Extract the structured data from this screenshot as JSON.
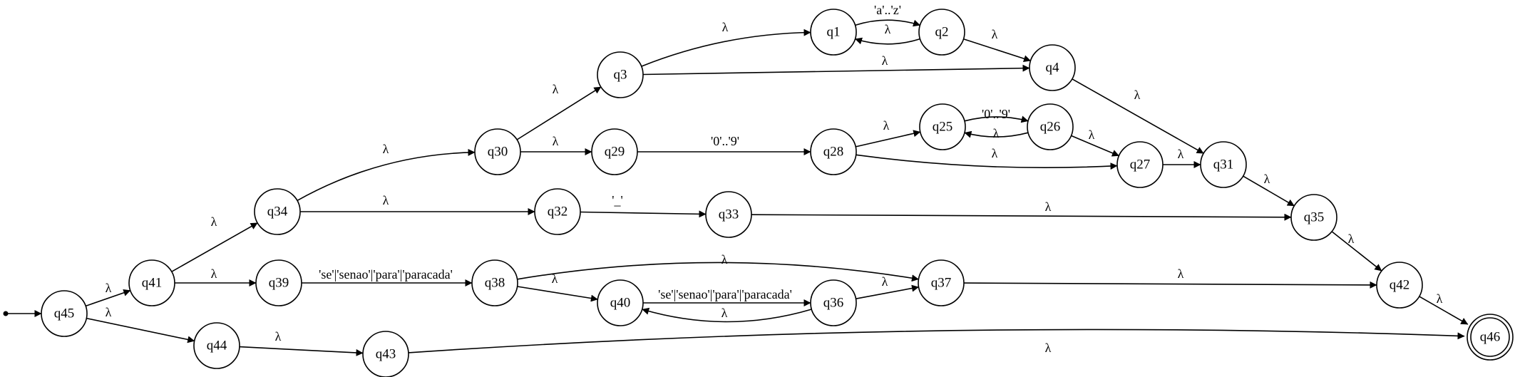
{
  "diagram": {
    "type": "finite-automaton",
    "start_state": "q45",
    "accept_states": [
      "q46"
    ],
    "states": [
      "q1",
      "q2",
      "q3",
      "q4",
      "q25",
      "q26",
      "q27",
      "q28",
      "q29",
      "q30",
      "q31",
      "q32",
      "q33",
      "q34",
      "q35",
      "q36",
      "q37",
      "q38",
      "q39",
      "q40",
      "q41",
      "q42",
      "q43",
      "q44",
      "q45",
      "q46"
    ],
    "transitions": [
      {
        "from": "q45",
        "to": "q41",
        "label": "λ"
      },
      {
        "from": "q45",
        "to": "q44",
        "label": "λ"
      },
      {
        "from": "q41",
        "to": "q34",
        "label": "λ"
      },
      {
        "from": "q41",
        "to": "q39",
        "label": "λ"
      },
      {
        "from": "q44",
        "to": "q43",
        "label": "λ"
      },
      {
        "from": "q43",
        "to": "q46",
        "label": "λ"
      },
      {
        "from": "q34",
        "to": "q30",
        "label": "λ"
      },
      {
        "from": "q34",
        "to": "q32",
        "label": "λ"
      },
      {
        "from": "q39",
        "to": "q38",
        "label": "'se'|'senao'|'para'|'paracada'"
      },
      {
        "from": "q30",
        "to": "q3",
        "label": "λ"
      },
      {
        "from": "q30",
        "to": "q29",
        "label": "λ"
      },
      {
        "from": "q3",
        "to": "q1",
        "label": "λ"
      },
      {
        "from": "q3",
        "to": "q4",
        "label": "λ"
      },
      {
        "from": "q1",
        "to": "q2",
        "label": "'a'..'z'"
      },
      {
        "from": "q2",
        "to": "q1",
        "label": "λ"
      },
      {
        "from": "q2",
        "to": "q4",
        "label": "λ"
      },
      {
        "from": "q4",
        "to": "q31",
        "label": "λ"
      },
      {
        "from": "q29",
        "to": "q28",
        "label": "'0'..'9'"
      },
      {
        "from": "q28",
        "to": "q25",
        "label": "λ"
      },
      {
        "from": "q28",
        "to": "q27",
        "label": "λ"
      },
      {
        "from": "q25",
        "to": "q26",
        "label": "'0'..'9'"
      },
      {
        "from": "q26",
        "to": "q25",
        "label": "λ"
      },
      {
        "from": "q26",
        "to": "q27",
        "label": "λ"
      },
      {
        "from": "q27",
        "to": "q31",
        "label": "λ"
      },
      {
        "from": "q31",
        "to": "q35",
        "label": "λ"
      },
      {
        "from": "q32",
        "to": "q33",
        "label": "'_'"
      },
      {
        "from": "q33",
        "to": "q35",
        "label": "λ"
      },
      {
        "from": "q35",
        "to": "q42",
        "label": "λ"
      },
      {
        "from": "q38",
        "to": "q37",
        "label": "λ"
      },
      {
        "from": "q38",
        "to": "q40",
        "label": "λ"
      },
      {
        "from": "q40",
        "to": "q36",
        "label": "'se'|'senao'|'para'|'paracada'"
      },
      {
        "from": "q36",
        "to": "q40",
        "label": "λ"
      },
      {
        "from": "q36",
        "to": "q37",
        "label": "λ"
      },
      {
        "from": "q37",
        "to": "q42",
        "label": "λ"
      },
      {
        "from": "q42",
        "to": "q46",
        "label": "λ"
      }
    ]
  }
}
